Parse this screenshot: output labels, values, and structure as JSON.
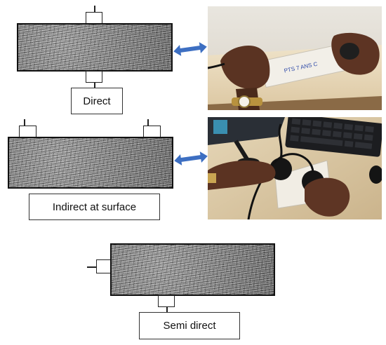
{
  "labels": {
    "direct": "Direct",
    "indirect": "Indirect at surface",
    "semi_direct": "Semi direct"
  },
  "photo_text": {
    "specimen_marking": "PTS 7 ANS C"
  },
  "colors": {
    "arrow": "#3d6fc2",
    "beam_outline": "#111111"
  }
}
